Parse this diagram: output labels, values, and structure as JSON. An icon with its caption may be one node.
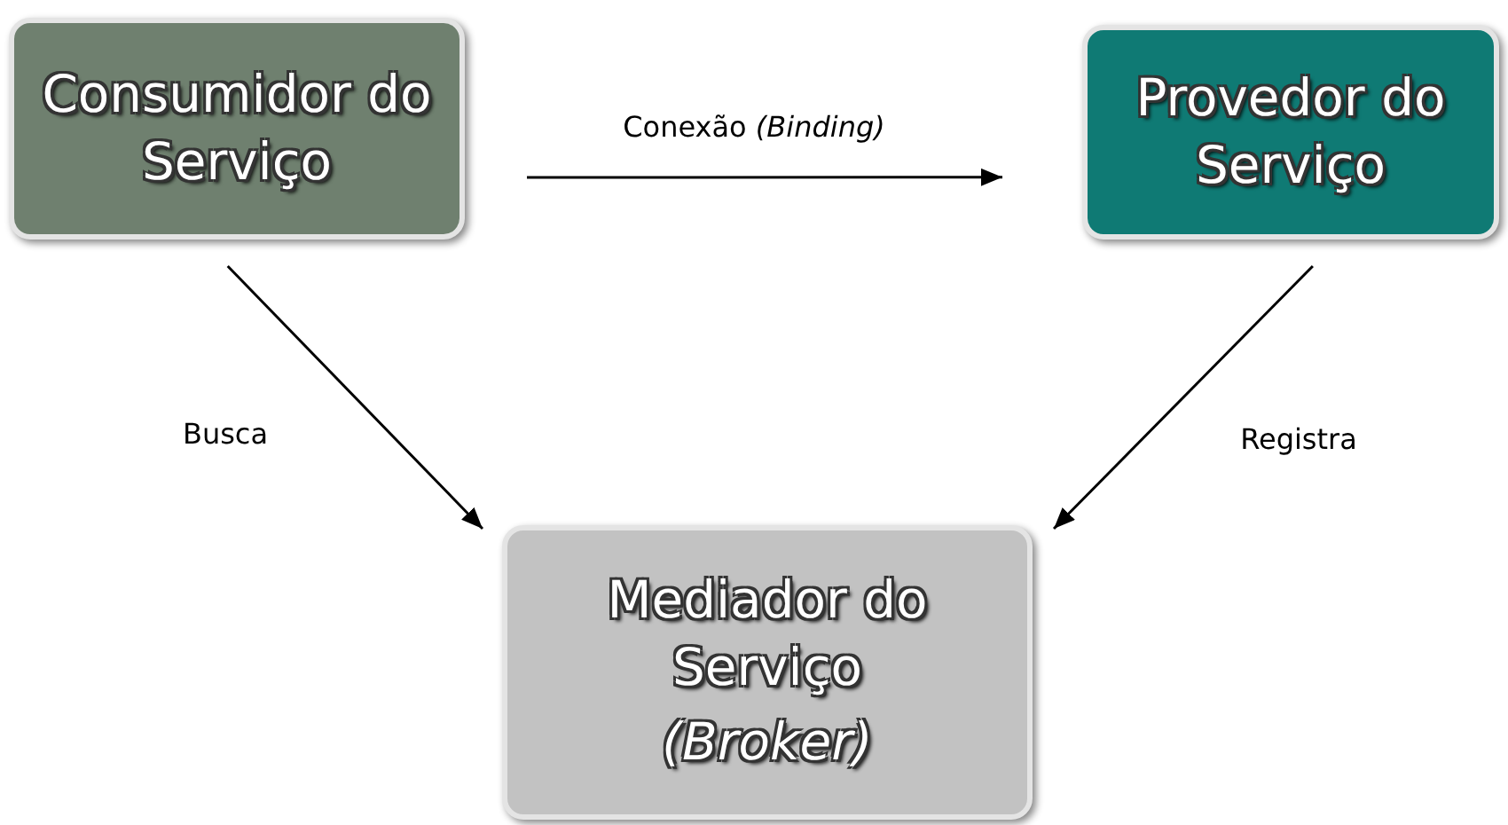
{
  "diagram": {
    "nodes": [
      {
        "text": [
          "Consumidor do Serviço"
        ]
      },
      {
        "text": [
          "Provedor do Serviço"
        ]
      },
      {
        "text": [
          "Mediador do Serviço",
          "*(Broker)*"
        ]
      }
    ],
    "edges": [
      {
        "from": 0,
        "to": 1,
        "arrow": "to",
        "label": "Conexão *(Binding)*"
      },
      {
        "from": 0,
        "to": 2,
        "arrow": "to",
        "label": "Busca"
      },
      {
        "from": 1,
        "to": 2,
        "arrow": "to",
        "label": "Registra"
      }
    ]
  }
}
